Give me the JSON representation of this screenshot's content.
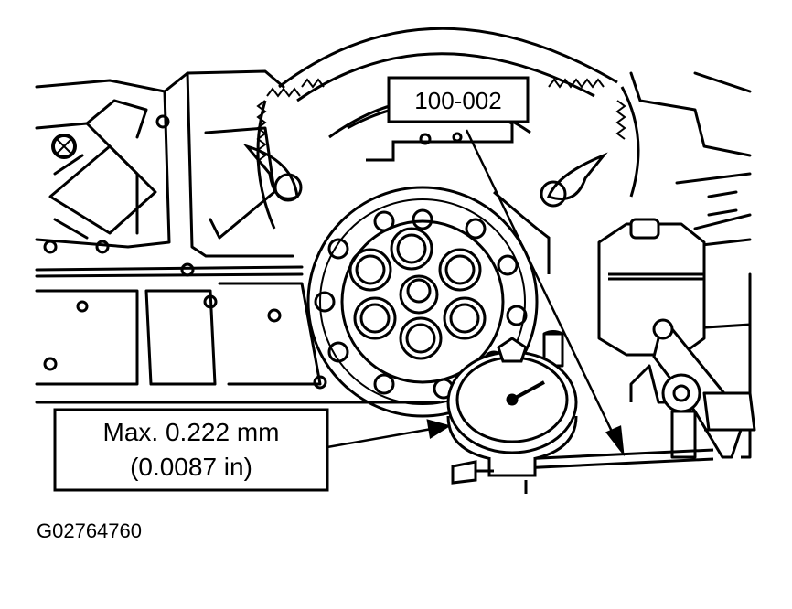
{
  "callouts": {
    "tool_number": "100-002",
    "max_line1": "Max. 0.222 mm",
    "max_line2": "(0.0087 in)"
  },
  "figure_id": "G02764760",
  "colors": {
    "ink": "#000000",
    "paper": "#ffffff"
  }
}
